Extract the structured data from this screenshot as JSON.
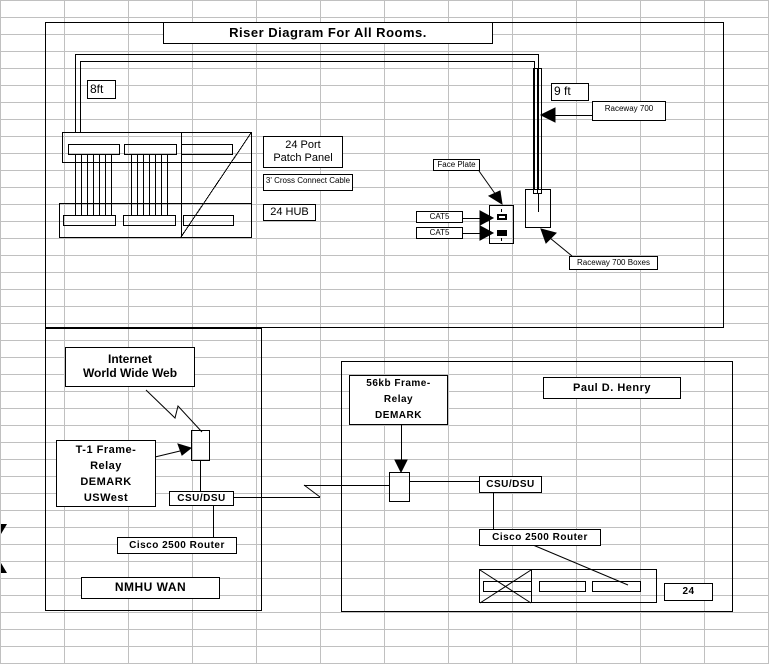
{
  "riser": {
    "title": "Riser Diagram For All Rooms.",
    "length_8ft": "8ft",
    "length_9ft": "9 ft",
    "patch_panel_label": "24 Port\nPatch Panel",
    "cross_connect_label": "3' Cross Connect Cable",
    "hub_label": "24 HUB",
    "raceway_label": "Raceway 700",
    "raceway_boxes_label": "Raceway 700 Boxes",
    "face_plate_label": "Face Plate",
    "cat5_labels": [
      "CAT5",
      "CAT5"
    ]
  },
  "wan": {
    "internet_label_line1": "Internet",
    "internet_label_line2": "World Wide Web",
    "t1_label_line1": "T-1 Frame-",
    "t1_label_line2": "Relay",
    "t1_label_line3": "DEMARK",
    "t1_label_line4": "USWest",
    "csu_dsu_label": "CSU/DSU",
    "router_label": "Cisco 2500 Router",
    "site_label": "NMHU WAN"
  },
  "remote": {
    "frame_relay_line1": "56kb Frame-",
    "frame_relay_line2": "Relay",
    "frame_relay_line3": "DEMARK",
    "site_label": "Paul D. Henry",
    "csu_dsu_label": "CSU/DSU",
    "router_label": "Cisco 2500 Router",
    "hub_count_label": "24"
  }
}
